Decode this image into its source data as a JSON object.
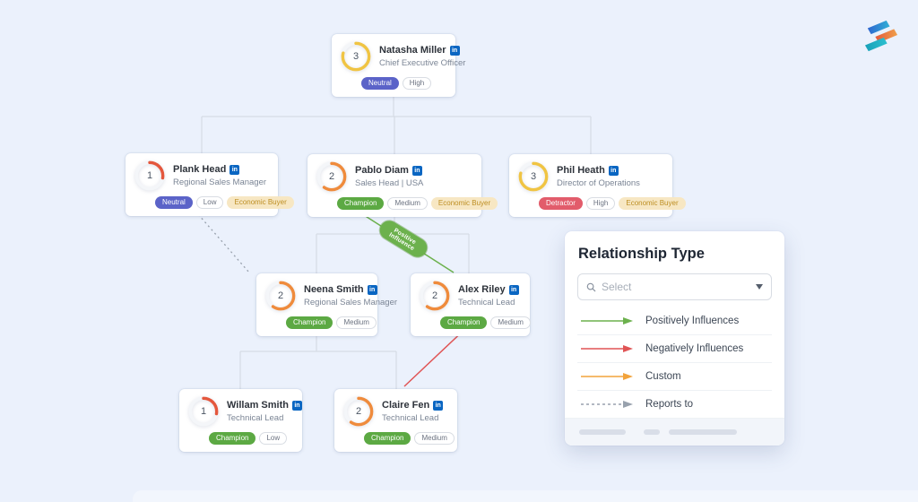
{
  "misc": {
    "linkedin_glyph": "in"
  },
  "graph": {
    "edge_label": "Positive Influence"
  },
  "cards": [
    {
      "key": "natasha",
      "score": "3",
      "name": "Natasha Miller",
      "title": "Chief Executive Officer",
      "badges": [
        {
          "label": "Neutral",
          "type": "neutral"
        },
        {
          "label": "High",
          "type": "outline"
        }
      ]
    },
    {
      "key": "plank",
      "score": "1",
      "name": "Plank Head",
      "title": "Regional Sales Manager",
      "badges": [
        {
          "label": "Neutral",
          "type": "neutral"
        },
        {
          "label": "Low",
          "type": "outline"
        },
        {
          "label": "Economic Buyer",
          "type": "economic"
        }
      ]
    },
    {
      "key": "pablo",
      "score": "2",
      "name": "Pablo Diam",
      "title": "Sales Head | USA",
      "badges": [
        {
          "label": "Champion",
          "type": "champion"
        },
        {
          "label": "Medium",
          "type": "outline"
        },
        {
          "label": "Economic Buyer",
          "type": "economic"
        }
      ]
    },
    {
      "key": "phil",
      "score": "3",
      "name": "Phil Heath",
      "title": "Director of Operations",
      "badges": [
        {
          "label": "Detractor",
          "type": "detractor"
        },
        {
          "label": "High",
          "type": "outline"
        },
        {
          "label": "Economic Buyer",
          "type": "economic"
        }
      ]
    },
    {
      "key": "neena",
      "score": "2",
      "name": "Neena Smith",
      "title": "Regional Sales Manager",
      "badges": [
        {
          "label": "Champion",
          "type": "champion"
        },
        {
          "label": "Medium",
          "type": "outline"
        }
      ]
    },
    {
      "key": "alex",
      "score": "2",
      "name": "Alex Riley",
      "title": "Technical Lead",
      "badges": [
        {
          "label": "Champion",
          "type": "champion"
        },
        {
          "label": "Medium",
          "type": "outline"
        }
      ]
    },
    {
      "key": "willam",
      "score": "1",
      "name": "Willam Smith",
      "title": "Technical Lead",
      "badges": [
        {
          "label": "Champion",
          "type": "champion"
        },
        {
          "label": "Low",
          "type": "outline"
        }
      ]
    },
    {
      "key": "claire",
      "score": "2",
      "name": "Claire Fen",
      "title": "Technical Lead",
      "badges": [
        {
          "label": "Champion",
          "type": "champion"
        },
        {
          "label": "Medium",
          "type": "outline"
        }
      ]
    }
  ],
  "panel": {
    "title": "Relationship Type",
    "select_placeholder": "Select",
    "legend": [
      {
        "label": "Positively Influences",
        "type": "positive",
        "style": "solid"
      },
      {
        "label": "Negatively Influences",
        "type": "negative",
        "style": "solid"
      },
      {
        "label": "Custom",
        "type": "custom",
        "style": "solid"
      },
      {
        "label": "Reports to",
        "type": "reports",
        "style": "dashed"
      }
    ]
  },
  "colors": {
    "score_1": "#e4573d",
    "score_2": "#ef8b3c",
    "score_3": "#f0c443",
    "positive": "#6cb14d",
    "negative": "#e05455",
    "custom": "#f2a33c",
    "reports": "#98a1ad",
    "badge_neutral": "#5b63c8",
    "badge_champion": "#5ca943",
    "badge_detractor": "#e25c6b",
    "badge_economic_bg": "#f7e7c3",
    "badge_economic_text": "#bd8e22",
    "tree_line": "#d2d7e1"
  }
}
